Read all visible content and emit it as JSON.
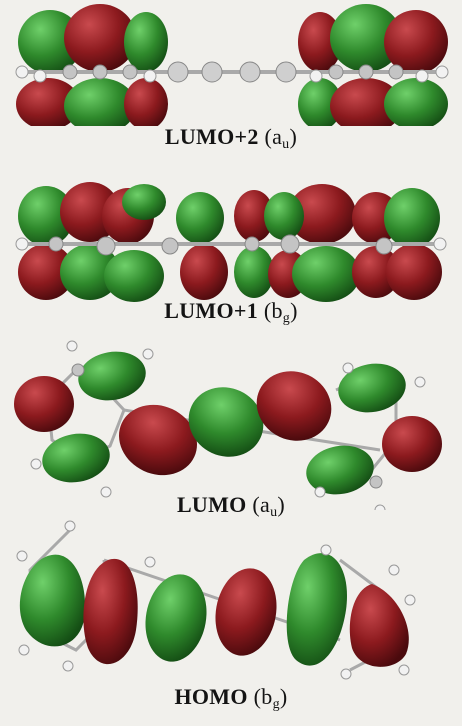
{
  "figure": {
    "panels": [
      {
        "id": "lumo2",
        "label": "LUMO+2",
        "symmetry_base": "a",
        "symmetry_sub": "u"
      },
      {
        "id": "lumo1",
        "label": "LUMO+1",
        "symmetry_base": "b",
        "symmetry_sub": "g"
      },
      {
        "id": "lumo",
        "label": "LUMO",
        "symmetry_base": "a",
        "symmetry_sub": "u"
      },
      {
        "id": "homo",
        "label": "HOMO",
        "symmetry_base": "b",
        "symmetry_sub": "g"
      }
    ],
    "colors": {
      "positive_lobe": "#2f8a2c",
      "negative_lobe": "#8c1a1e",
      "bond": "#a9a9a9",
      "carbon_atom": "#bdbdbd",
      "hydrogen_atom": "#f4f4f4"
    }
  }
}
